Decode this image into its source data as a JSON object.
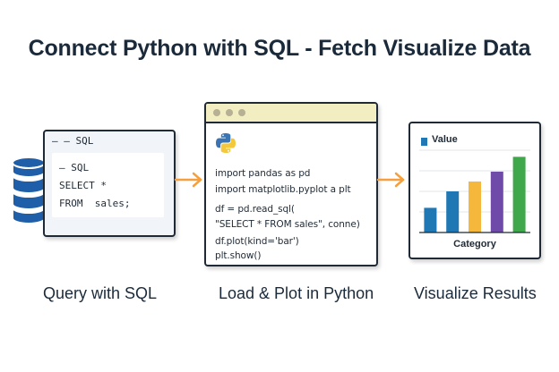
{
  "title": "Connect Python with SQL - Fetch Visualize Data",
  "sql_panel": {
    "header": "– – SQL",
    "lines": [
      "— SQL",
      "SELECT *",
      "FROM  sales;"
    ],
    "caption": "Query with SQL"
  },
  "python_panel": {
    "code": [
      "import pandas as pd",
      "import matplotlib.pyplot a plt",
      "df = pd.read_sql(",
      "\"SELECT * FROM sales\", conne)",
      "df.plot(kind='bar')",
      "plt.show()"
    ],
    "caption": "Load & Plot in Python",
    "titlebar_dot_colors": [
      "#b8b094",
      "#b8b094",
      "#b8b094"
    ]
  },
  "chart_panel": {
    "caption": "Visualize Results"
  },
  "chart_data": {
    "type": "bar",
    "legend": [
      "Value"
    ],
    "xlabel": "Category",
    "ylabel": "",
    "categories": [
      "",
      "",
      "",
      "",
      ""
    ],
    "values": [
      30,
      50,
      62,
      74,
      92
    ],
    "ylim": [
      0,
      100
    ],
    "bar_colors": [
      "#1f77b4",
      "#1f77b4",
      "#f5b83d",
      "#6f4aa8",
      "#3fa84a"
    ],
    "grid": true
  },
  "colors": {
    "arrow": "#f5a03d",
    "database": "#1f5ea8",
    "text": "#1f2a36"
  }
}
